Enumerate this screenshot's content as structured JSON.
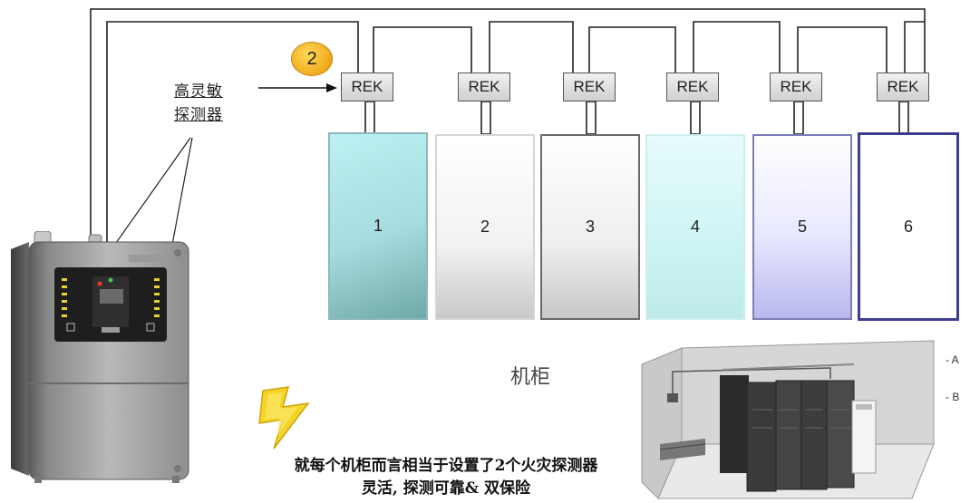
{
  "badge": {
    "number": "2"
  },
  "detector_label": {
    "line1": "高灵敏",
    "line2": "探测器"
  },
  "rek_units": [
    {
      "label": "REK"
    },
    {
      "label": "REK"
    },
    {
      "label": "REK"
    },
    {
      "label": "REK"
    },
    {
      "label": "REK"
    },
    {
      "label": "REK"
    }
  ],
  "cabinets": [
    {
      "number": "1"
    },
    {
      "number": "2"
    },
    {
      "number": "3"
    },
    {
      "number": "4"
    },
    {
      "number": "5"
    },
    {
      "number": "6"
    }
  ],
  "cabinet_caption": "机柜",
  "room_legend": {
    "a": "- A",
    "b": "- B"
  },
  "note": {
    "line1": "就每个机柜而言相当于设置了2个火灾探测器",
    "line2": "灵活, 探测可靠& 双保险"
  },
  "colors": {
    "badge": "#f2a91b",
    "lightning": "#f5d327",
    "cabinet6_border": "#3d3d8f"
  }
}
